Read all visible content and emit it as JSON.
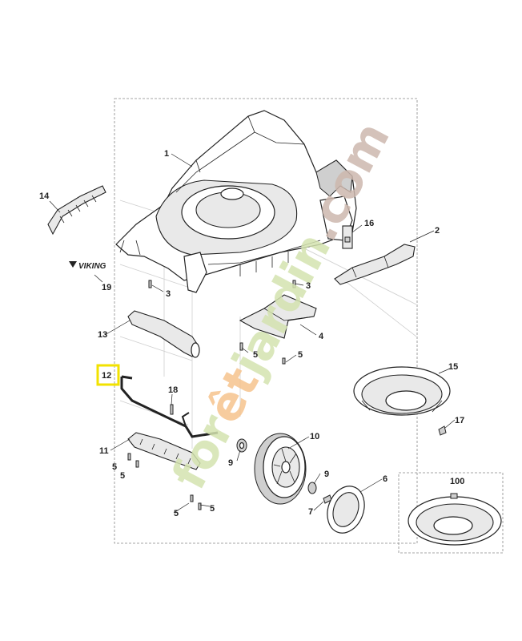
{
  "watermark": {
    "text": "forêtjardin.com",
    "parts": [
      "for",
      "êt",
      "jardin",
      ".com"
    ],
    "colors": {
      "green": "#d4e3b0",
      "orange": "#f6c48e",
      "brown": "#cdb8ae"
    }
  },
  "brand_logo": {
    "text": "VIKING"
  },
  "highlight": {
    "callout": "12",
    "color": "#f2e200"
  },
  "callouts": [
    {
      "id": "c1",
      "label": "1"
    },
    {
      "id": "c2",
      "label": "2"
    },
    {
      "id": "c3a",
      "label": "3"
    },
    {
      "id": "c3b",
      "label": "3"
    },
    {
      "id": "c4",
      "label": "4"
    },
    {
      "id": "c5a",
      "label": "5"
    },
    {
      "id": "c5b",
      "label": "5"
    },
    {
      "id": "c5c",
      "label": "5"
    },
    {
      "id": "c5d",
      "label": "5"
    },
    {
      "id": "c5e",
      "label": "5"
    },
    {
      "id": "c5f",
      "label": "5"
    },
    {
      "id": "c6",
      "label": "6"
    },
    {
      "id": "c7",
      "label": "7"
    },
    {
      "id": "c9a",
      "label": "9"
    },
    {
      "id": "c9b",
      "label": "9"
    },
    {
      "id": "c10",
      "label": "10"
    },
    {
      "id": "c11",
      "label": "11"
    },
    {
      "id": "c12",
      "label": "12"
    },
    {
      "id": "c13",
      "label": "13"
    },
    {
      "id": "c14",
      "label": "14"
    },
    {
      "id": "c15",
      "label": "15"
    },
    {
      "id": "c16",
      "label": "16"
    },
    {
      "id": "c17",
      "label": "17"
    },
    {
      "id": "c18",
      "label": "18"
    },
    {
      "id": "c19",
      "label": "19"
    },
    {
      "id": "c100",
      "label": "100"
    }
  ]
}
